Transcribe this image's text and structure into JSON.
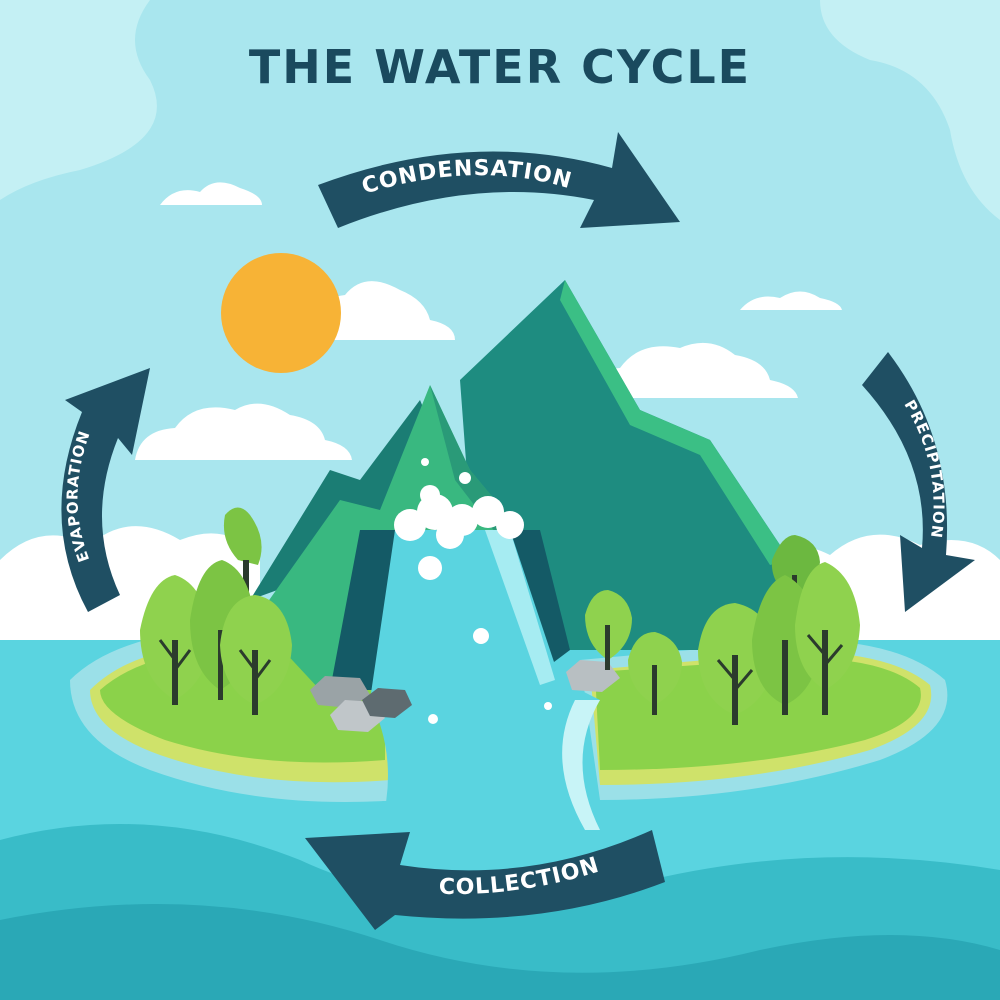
{
  "title": "THE WATER CYCLE",
  "stages": {
    "condensation": "CONDENSATION",
    "precipitation": "PRECIPITATION",
    "collection": "COLLECTION",
    "evaporation": "EVAPORATION"
  },
  "colors": {
    "sky": "#a9e6ee",
    "arrow": "#1f4f63",
    "sun": "#f7b336",
    "mountain_dark": "#1e8c80",
    "mountain_light": "#39b880",
    "water": "#5ad4e0",
    "grass": "#8bd24a",
    "tree": "#7cc444"
  }
}
